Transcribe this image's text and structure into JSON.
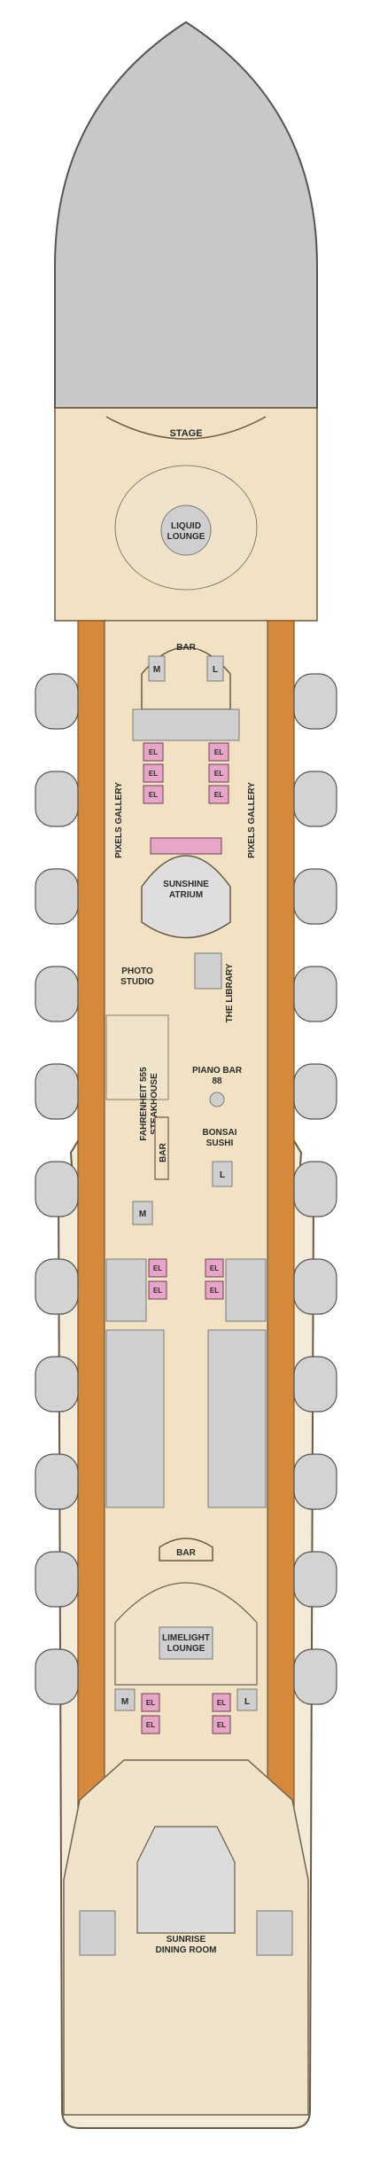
{
  "colors": {
    "hull": "#ececec",
    "bow": "#c8c8c8",
    "deck_floor": "#f1e2c3",
    "promenade": "#d48a3a",
    "elevator": "#e7a6c8",
    "service": "#cfcfcf",
    "lifeboat": "#d3d3d3"
  },
  "labels": {
    "stage": "STAGE",
    "liquid_lounge_1": "LIQUID",
    "liquid_lounge_2": "LOUNGE",
    "bar_forward": "BAR",
    "m_forward": "M",
    "l_forward": "L",
    "el": "EL",
    "pixels_gallery_left": "PIXELS GALLERY",
    "pixels_gallery_right": "PIXELS GALLERY",
    "sunshine_atrium_1": "SUNSHINE",
    "sunshine_atrium_2": "ATRIUM",
    "photo_studio_1": "PHOTO",
    "photo_studio_2": "STUDIO",
    "the_library": "THE LIBRARY",
    "fahrenheit_1": "FAHRENHEIT 555",
    "fahrenheit_2": "STEAKHOUSE",
    "piano_bar_1": "PIANO BAR",
    "piano_bar_2": "88",
    "bar_mid": "BAR",
    "bonsai_1": "BONSAI",
    "bonsai_2": "SUSHI",
    "l_mid": "L",
    "m_mid": "M",
    "bar_aft": "BAR",
    "limelight_1": "LIMELIGHT",
    "limelight_2": "LOUNGE",
    "m_aft": "M",
    "l_aft": "L",
    "sunrise_1": "SUNRISE",
    "sunrise_2": "DINING ROOM"
  }
}
